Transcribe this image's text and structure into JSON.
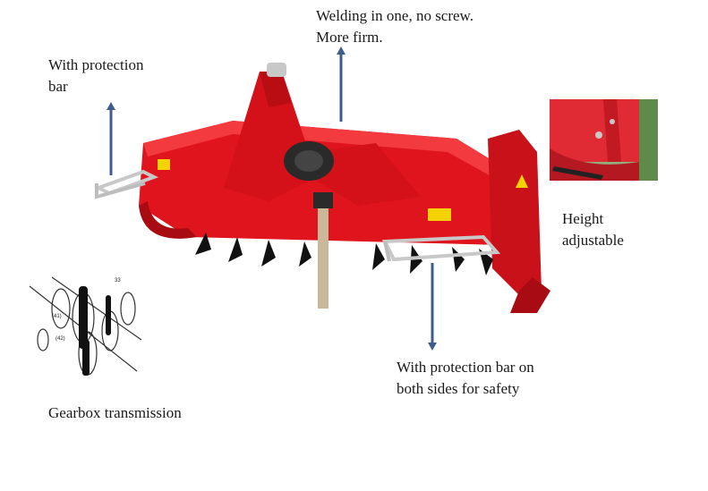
{
  "labels": {
    "welding_line1": "Welding in one, no screw.",
    "welding_line2": "More firm.",
    "protection_line1": "With protection",
    "protection_line2": "bar",
    "height_line1": "Height",
    "height_line2": "adjustable",
    "sides_line1": "With protection bar on",
    "sides_line2": "both sides for safety",
    "gearbox": "Gearbox transmission"
  },
  "colors": {
    "machine_red": "#e0141c",
    "machine_dark_red": "#a80c12",
    "arrow": "#3d5e8c",
    "metal": "#c8c8c8",
    "inset_bg": "#8fae7c"
  }
}
